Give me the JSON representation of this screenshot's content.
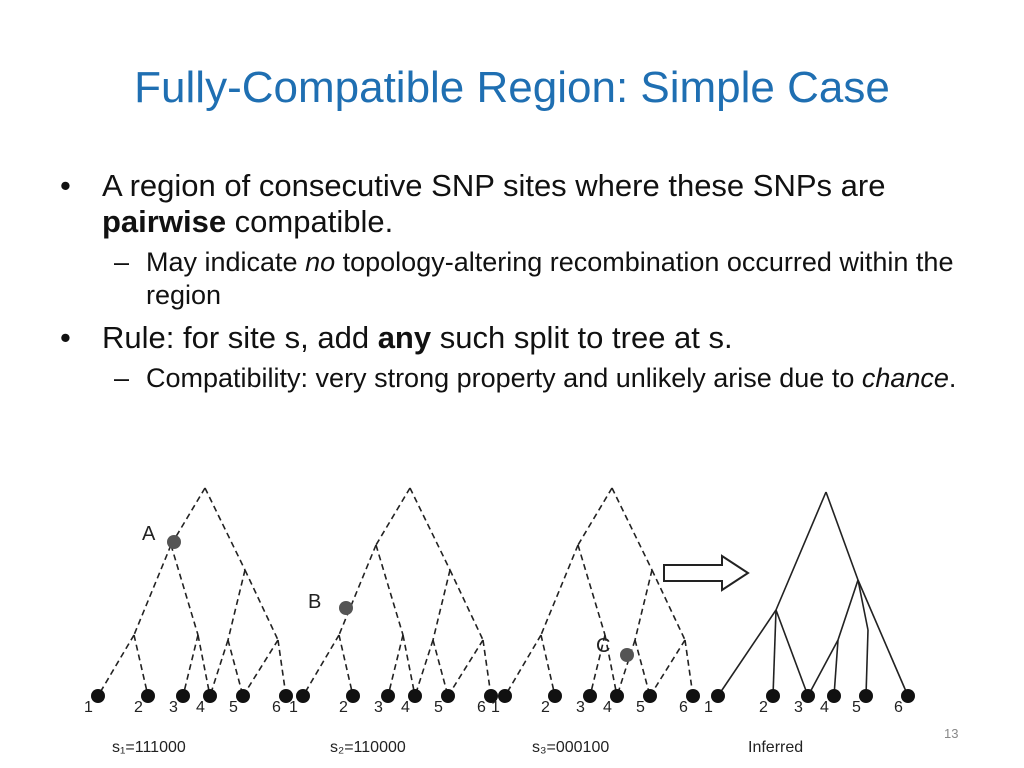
{
  "title": "Fully-Compatible Region: Simple Case",
  "bullets": {
    "b1": {
      "text_a": "A region of consecutive SNP sites where these SNPs are ",
      "bold": "pairwise",
      "text_b": " compatible.",
      "sub": {
        "text_a": "May indicate ",
        "italic": "no",
        "text_b": " topology-altering recombination occurred within the region"
      }
    },
    "b2": {
      "text_a": "Rule: for site s, add ",
      "bold": "any",
      "text_b": " such split to tree at s.",
      "sub": {
        "text_a": "Compatibility: very strong property and unlikely arise due to ",
        "italic": "chance",
        "text_b": "."
      }
    }
  },
  "markers": [
    "A",
    "B",
    "C"
  ],
  "leaf_labels": [
    "1",
    "2",
    "3",
    "4",
    "5",
    "6"
  ],
  "tree_captions": [
    "s₁=111000",
    "s₂=110000",
    "s₃=000100",
    "Inferred"
  ],
  "page_number": "13",
  "colors": {
    "title": "#1f6fb2",
    "node": "#111111",
    "marker": "#555555"
  }
}
